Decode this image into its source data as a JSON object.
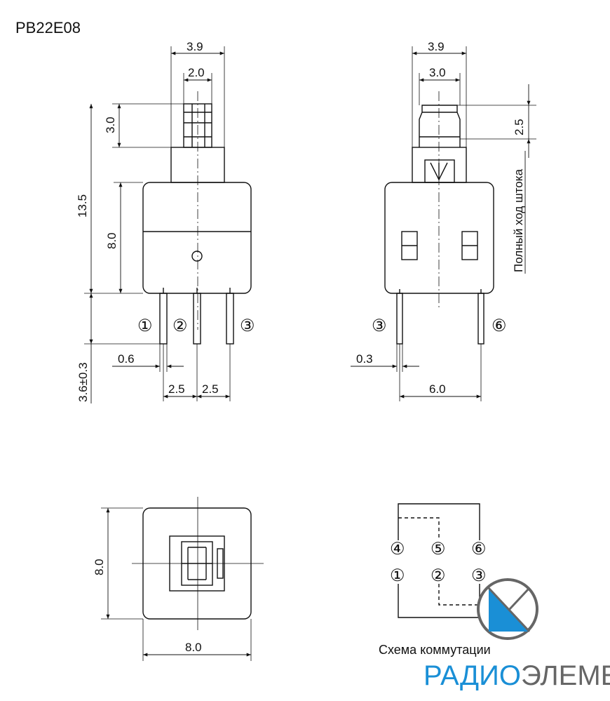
{
  "title": "PB22E08",
  "front_view": {
    "width_top": "3.9",
    "stem_width": "2.0",
    "stem_height": "3.0",
    "total_height": "13.5",
    "body_height": "8.0",
    "pin_length": "3.6±0.3",
    "pin_width": "0.6",
    "pitch_left": "2.5",
    "pitch_right": "2.5",
    "pins": [
      "①",
      "②",
      "③"
    ]
  },
  "side_view": {
    "width_top": "3.9",
    "cap_width": "3.0",
    "stroke": "2.5",
    "pin_width": "0.3",
    "pin_spacing": "6.0",
    "pins": [
      "③",
      "⑥"
    ],
    "travel_label": "Полный ход штока"
  },
  "top_view": {
    "height": "8.0",
    "width": "8.0"
  },
  "schematic": {
    "caption": "Схема коммутации",
    "top_pins": [
      "④",
      "⑤",
      "⑥"
    ],
    "bottom_pins": [
      "①",
      "②",
      "③"
    ]
  },
  "brand": {
    "part1": "РАДИО",
    "part2": "ЭЛЕМЕНТ",
    "color_accent": "#1a8fd6",
    "color_secondary": "#666666"
  }
}
